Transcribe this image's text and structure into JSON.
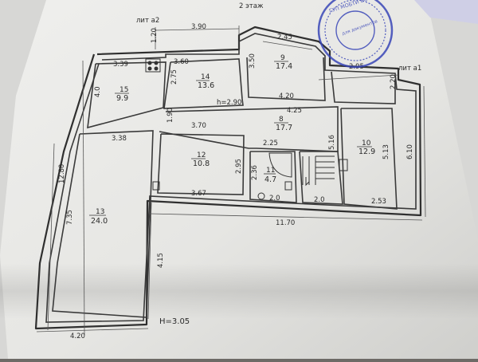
{
  "header": {
    "floor": "2 этаж"
  },
  "stamp": {
    "text": "ГУП МОБТИ ВОСКРЕСЕНСКИЙ ФИЛИАЛ",
    "center": "для документов",
    "color": "#3a47b8"
  },
  "labels": {
    "lit_a2": "лит а2",
    "lit_a1": "лит а1",
    "height": "H=3.05",
    "corridor_h": "h=2.90"
  },
  "rooms": [
    {
      "id": "8",
      "area": "17.7"
    },
    {
      "id": "9",
      "area": "17.4"
    },
    {
      "id": "10",
      "area": "12.9"
    },
    {
      "id": "11",
      "area": "4.7"
    },
    {
      "id": "12",
      "area": "10.8"
    },
    {
      "id": "13",
      "area": "24.0"
    },
    {
      "id": "14",
      "area": "13.6"
    },
    {
      "id": "15",
      "area": "9.9"
    }
  ],
  "dimensions": {
    "top_390": "3.90",
    "top_120": "1.20",
    "top_245": "2.45",
    "r14_top": "3.39",
    "r15_top": "3.60",
    "r14_side": "4.0",
    "r15_side": "2.75",
    "r9_side": "3.50",
    "r9_bottom": "4.20",
    "right_295": "2.95",
    "right_220": "2.20",
    "c_425": "4.25",
    "c_190": "1.90",
    "c_370": "3.70",
    "r13_top": "3.38",
    "c_225": "2.25",
    "c_516": "5.16",
    "r10_side": "5.13",
    "outer_610": "6.10",
    "outer_1280": "12.80",
    "r12_side": "2.95",
    "r11_side": "2.36",
    "r12_bottom": "3.67",
    "bath_w": "2.0",
    "stair_w": "2.0",
    "r10_bottom": "2.53",
    "total_1170": "11.70",
    "r13_side": "7.35",
    "bottom_415": "4.15",
    "bottom_420": "4.20"
  }
}
